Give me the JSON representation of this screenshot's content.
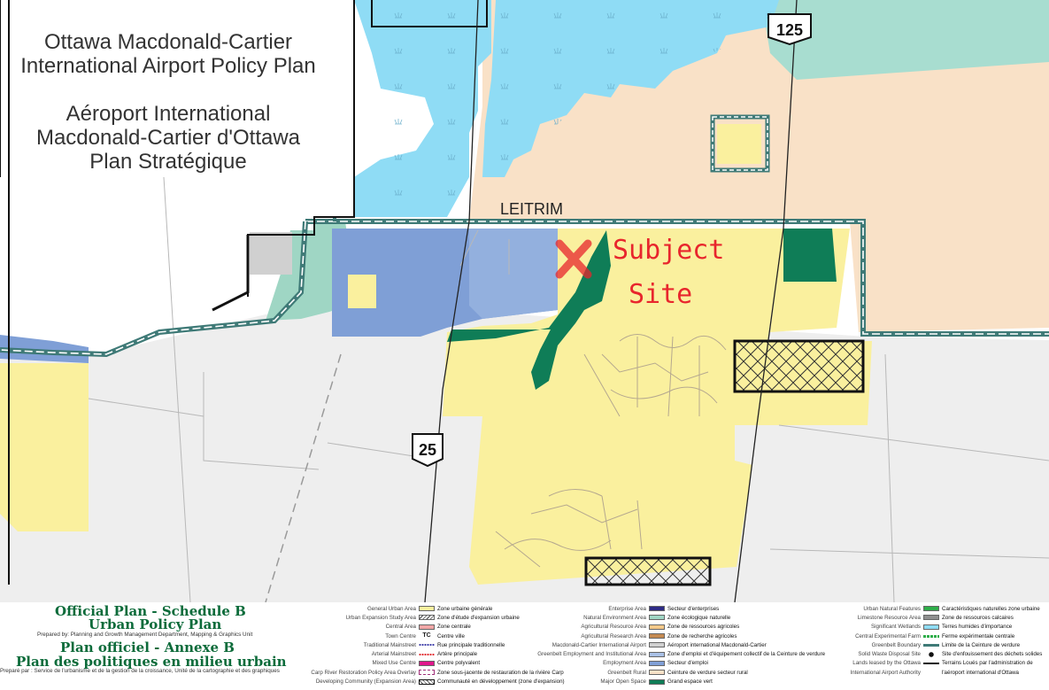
{
  "map": {
    "title_en_line1": "Ottawa Macdonald-Cartier",
    "title_en_line2": "International Airport Policy Plan",
    "title_fr_line1": "Aéroport International",
    "title_fr_line2": "Macdonald-Cartier d'Ottawa",
    "title_fr_line3": "Plan Stratégique",
    "road_leitrim": "LEITRIM",
    "highway_125": "125",
    "highway_25": "25",
    "subject_line1": "Subject",
    "subject_line2": "Site",
    "colors": {
      "urban_general": "#faf09e",
      "employment": "#7f9fd6",
      "wetlands": "#8fdcf5",
      "agricultural": "#f9e1c7",
      "natural_environment": "#9fd6c4",
      "greenbelt_rural": "#eeeeee",
      "greenspace": "#0f7d57",
      "airport": "#d0d0d0",
      "boundary": "#3f7a77",
      "subject_text": "#e8262d",
      "legend_title": "#0c6b3a"
    }
  },
  "legend": {
    "title1": "Official Plan - Schedule B",
    "title2": "Urban Policy Plan",
    "prepared_en": "Prepared by: Planning and Growth Management Department, Mapping & Graphics Unit",
    "title3": "Plan officiel - Annexe B",
    "title4": "Plan des politiques en milieu urbain",
    "prepared_fr": "Preparé par : Service de l'urbanisme et de la gestion de la croissance, Unité de la cartographie et des graphiques",
    "col1": [
      {
        "en": "General Urban Area",
        "fr": "Zone urbaine générale",
        "swatch": "#faf09e"
      },
      {
        "en": "Urban Expansion Study Area",
        "fr": "Zone d'étude d'expansion urbaine",
        "swatch": "hatch"
      },
      {
        "en": "Central Area",
        "fr": "Zone centrale",
        "swatch": "#f2a7a7"
      },
      {
        "en": "Town Centre",
        "fr": "Centre ville",
        "swatch": "TC"
      },
      {
        "en": "Traditional Mainstreet",
        "fr": "Rue principale traditionnelle",
        "swatch": "dots-blue"
      },
      {
        "en": "Arterial Mainstreet",
        "fr": "Artère principale",
        "swatch": "dots-red"
      },
      {
        "en": "Mixed Use Centre",
        "fr": "Centre polyvalent",
        "swatch": "#e0178c"
      },
      {
        "en": "Carp River Restoration Policy Area Overlay",
        "fr": "Zone sous-jacente de restauration de la rivière Carp",
        "swatch": "dashed"
      },
      {
        "en": "Developing Community (Expansion Area)",
        "fr": "Communauté en développement (zone d'expansion)",
        "swatch": "boxcross"
      }
    ],
    "col2": [
      {
        "en": "Enterprise Area",
        "fr": "Secteur d'enterprises",
        "swatch": "#2e2b86"
      },
      {
        "en": "Natural Environment Area",
        "fr": "Zone écologique naturelle",
        "swatch": "#9fd6c4"
      },
      {
        "en": "Agricultural Resource Area",
        "fr": "Zone de ressources agricoles",
        "swatch": "#f5c98a"
      },
      {
        "en": "Agricultural Research Area",
        "fr": "Zone de recherche agricoles",
        "swatch": "#c48a52"
      },
      {
        "en": "Macdonald-Cartier International Airport",
        "fr": "Aéroport international Macdonald-Cartier",
        "swatch": "#d0d0d0"
      },
      {
        "en": "Greenbelt Employment and Institutional Area",
        "fr": "Zone d'emploi et d'équipement collectif de la Ceinture de verdure",
        "swatch": "#a9c0e6"
      },
      {
        "en": "Employment Area",
        "fr": "Secteur d'emploi",
        "swatch": "#7f9fd6"
      },
      {
        "en": "Greenbelt Rural",
        "fr": "Ceinture de verdure secteur rural",
        "swatch": "#f9e1c7"
      },
      {
        "en": "Major Open Space",
        "fr": "Grand espace vert",
        "swatch": "#0f7d57"
      }
    ],
    "col3": [
      {
        "en": "Urban Natural Features",
        "fr": "Caractéristiques naturelles zone urbaine",
        "swatch": "#2fae4a"
      },
      {
        "en": "Limestone Resource Area",
        "fr": "Zone de ressources calcaires",
        "swatch": "#8f8f8f"
      },
      {
        "en": "Significant Wetlands",
        "fr": "Terres humides d'importance",
        "swatch": "#8fdcf5"
      },
      {
        "en": "Central Experimental Farm",
        "fr": "Ferme expérimentale centrale",
        "swatch": "line-green"
      },
      {
        "en": "Greenbelt Boundary",
        "fr": "Limite de la Ceinture de verdure",
        "swatch": "line-teal"
      },
      {
        "en": "Solid Waste Disposal Site",
        "fr": "Site d'enfouissement des déchets solides",
        "swatch": "dot"
      },
      {
        "en": "Lands leased by the Ottawa",
        "fr": "Terrains Loués par l'administration de",
        "swatch": "line-black"
      },
      {
        "en": "International Airport Authority",
        "fr": "l'aéroport international d'Ottawa",
        "swatch": "none"
      }
    ]
  }
}
